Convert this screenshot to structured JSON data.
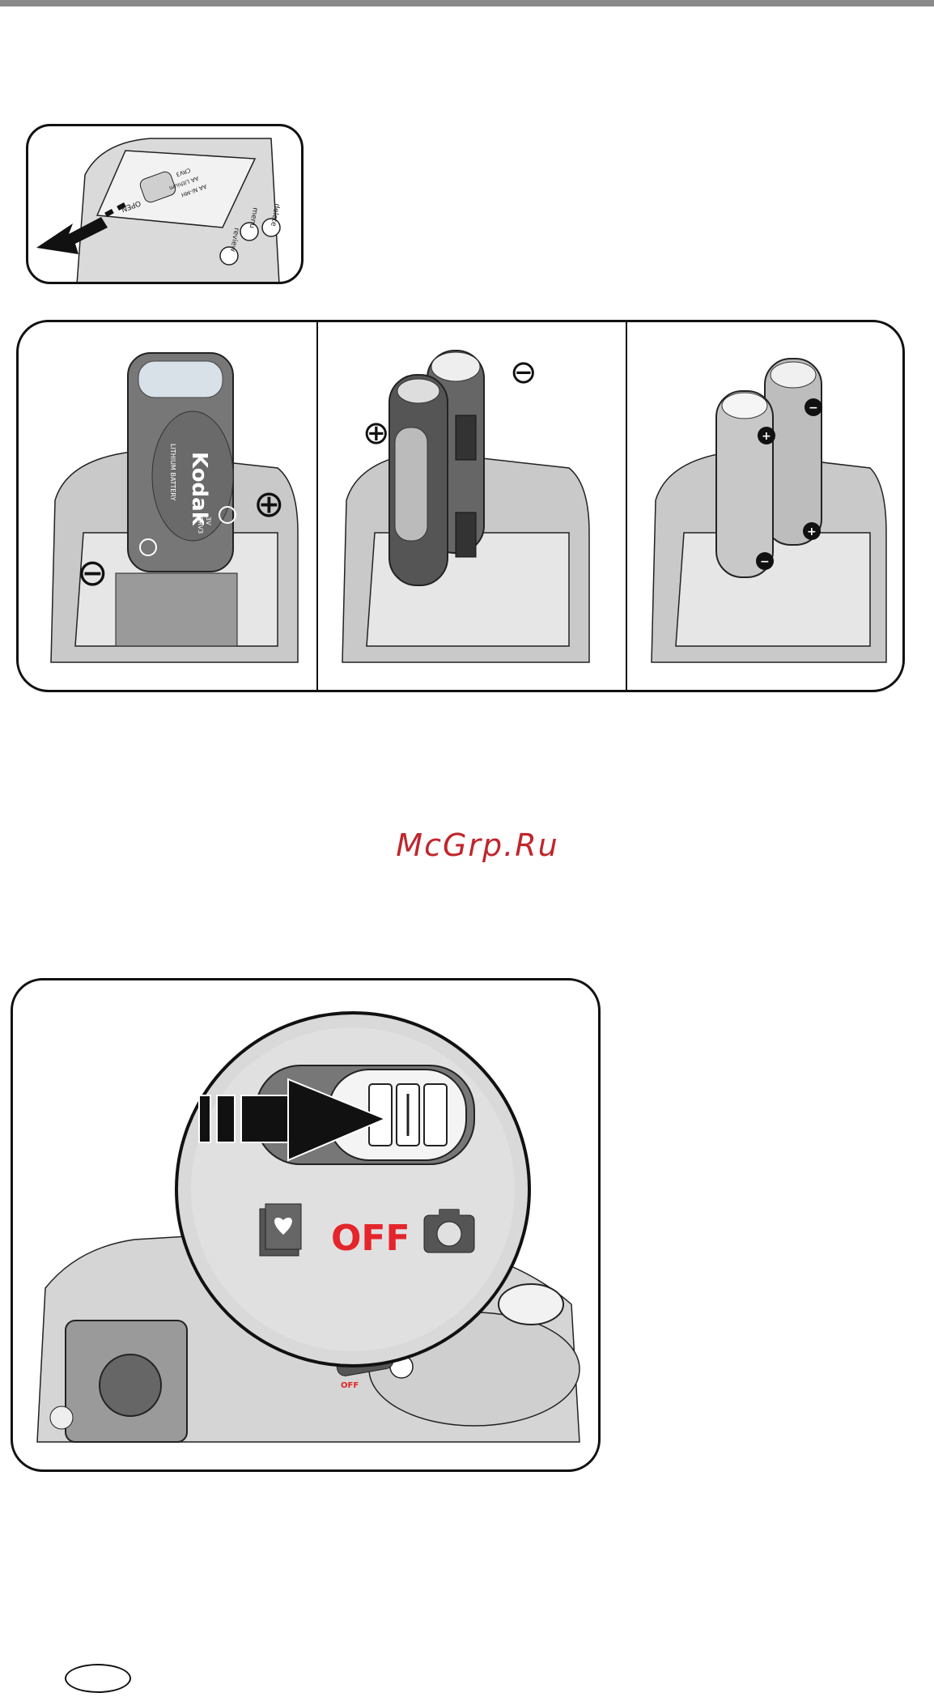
{
  "watermark": "McGrp.Ru",
  "panel_open_door": {
    "door_text_open": "OPEN",
    "door_text_lines": [
      "CRV3",
      "AA Lithium",
      "AA Ni-MH"
    ],
    "button_labels": [
      "delete",
      "menu",
      "review"
    ]
  },
  "battery_panels": [
    {
      "type": "CRV3 lithium battery",
      "brand": "Kodak",
      "battery_lines": [
        "LITHIUM BATTERY",
        "3V",
        "CRV3"
      ],
      "plus_symbol": "⊕",
      "minus_symbol": "⊖"
    },
    {
      "type": "two-cell battery pack",
      "plus_symbol": "⊕",
      "minus_symbol": "⊖"
    },
    {
      "type": "two AA batteries",
      "cell_plus": "+",
      "cell_minus": "−"
    }
  ],
  "mode_dial": {
    "off_label": "OFF",
    "small_off_label": "OFF",
    "icons": [
      "favorites-icon",
      "camera-icon"
    ],
    "accent_color": "#e4252b"
  },
  "icons": [
    "arrow-icon",
    "camera-icon",
    "favorites-icon",
    "battery-icon",
    "plus-icon",
    "minus-icon"
  ]
}
